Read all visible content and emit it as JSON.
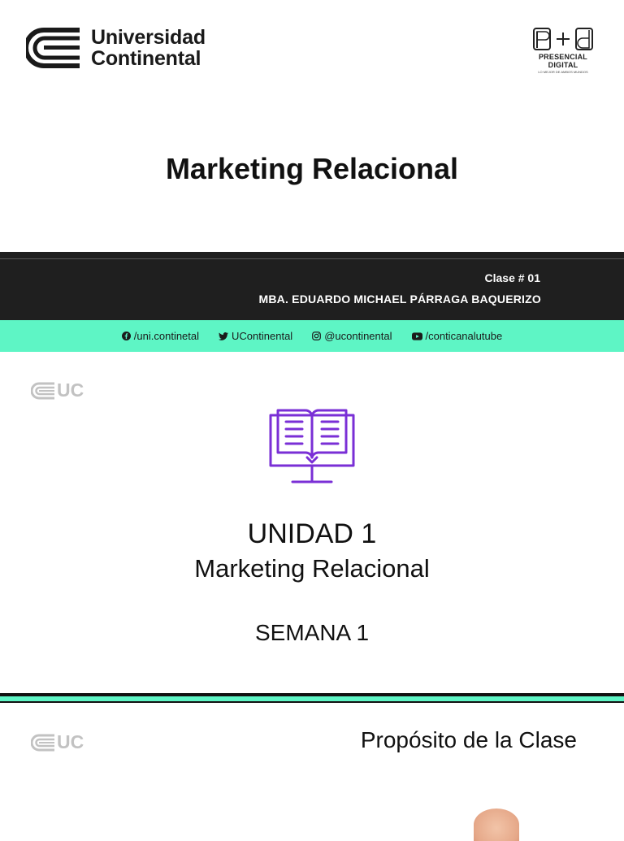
{
  "slide1": {
    "brand_line1": "Universidad",
    "brand_line2": "Continental",
    "pd_label": "PRESENCIAL DIGITAL",
    "pd_sub": "LO MEJOR DE AMBOS MUNDOS",
    "title": "Marketing Relacional",
    "clase": "Clase # 01",
    "professor": "MBA. EDUARDO MICHAEL PÁRRAGA BAQUERIZO",
    "socials": [
      {
        "icon": "facebook-icon",
        "text": "/uni.continetal"
      },
      {
        "icon": "twitter-icon",
        "text": "UContinental"
      },
      {
        "icon": "instagram-icon",
        "text": "@ucontinental"
      },
      {
        "icon": "youtube-icon",
        "text": "/conticanalutube"
      }
    ]
  },
  "slide2": {
    "logo_text": "UC",
    "unit": "UNIDAD 1",
    "unit_subtitle": "Marketing Relacional",
    "week": "SEMANA 1"
  },
  "slide3": {
    "logo_text": "UC",
    "title": "Propósito de la Clase"
  },
  "colors": {
    "mint": "#5ef5c5",
    "dark_band": "#1f1f1f",
    "icon_purple": "#7a2fd6",
    "uc_gray": "#c2c2c2"
  }
}
